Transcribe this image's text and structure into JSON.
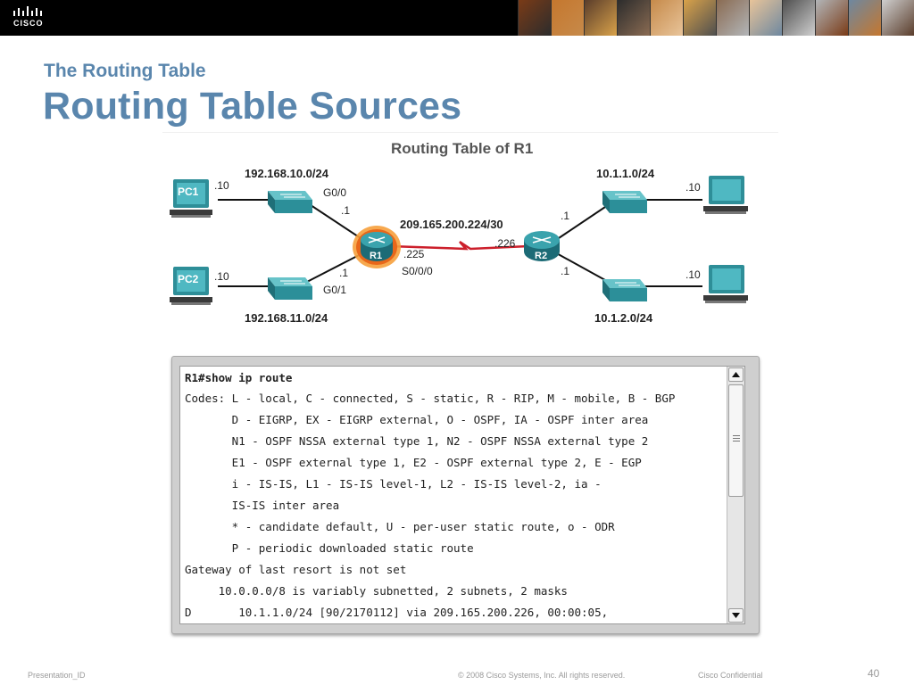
{
  "header": {
    "logo_text": "CISCO",
    "photo_colors": [
      "#7a3b17",
      "#c5772e",
      "#5a3d2b",
      "#2c2c2c",
      "#c68a4a",
      "#d9a24a",
      "#8a6b52",
      "#e8c49a",
      "#4f4f4f",
      "#b2b5b8",
      "#6e88a0",
      "#cfcfcf"
    ]
  },
  "slide": {
    "subtitle": "The Routing Table",
    "title": "Routing Table Sources"
  },
  "diagram": {
    "title": "Routing Table of R1",
    "networks": {
      "lan1": "192.168.10.0/24",
      "lan2": "192.168.11.0/24",
      "wan": "209.165.200.224/30",
      "lan3": "10.1.1.0/24",
      "lan4": "10.1.2.0/24"
    },
    "hosts": {
      "pc1_label": "PC1",
      "pc2_label": "PC2",
      "pc1_ip": ".10",
      "pc2_ip": ".10",
      "pc3_ip": ".10",
      "pc4_ip": ".10"
    },
    "routers": {
      "r1": "R1",
      "r2": "R2"
    },
    "interfaces": {
      "r1_g00": "G0/0",
      "r1_g00_ip": ".1",
      "r1_g01": "G0/1",
      "r1_g01_ip": ".1",
      "r1_s000_ip": ".225",
      "r1_s000": "S0/0/0",
      "r2_serial_ip": ".226",
      "r2_top_ip": ".1",
      "r2_bottom_ip": ".1"
    }
  },
  "terminal": {
    "lines": [
      "R1#show ip route",
      "Codes: L - local, C - connected, S - static, R - RIP, M - mobile, B - BGP",
      "       D - EIGRP, EX - EIGRP external, O - OSPF, IA - OSPF inter area",
      "       N1 - OSPF NSSA external type 1, N2 - OSPF NSSA external type 2",
      "       E1 - OSPF external type 1, E2 - OSPF external type 2, E - EGP",
      "       i - IS-IS, L1 - IS-IS level-1, L2 - IS-IS level-2, ia -",
      "       IS-IS inter area",
      "       * - candidate default, U - per-user static route, o - ODR",
      "       P - periodic downloaded static route",
      "Gateway of last resort is not set",
      "     10.0.0.0/8 is variably subnetted, 2 subnets, 2 masks",
      "D       10.1.1.0/24 [90/2170112] via 209.165.200.226, 00:00:05,"
    ]
  },
  "footer": {
    "left": "Presentation_ID",
    "copyright": "© 2008 Cisco Systems, Inc. All rights reserved.",
    "confidential": "Cisco Confidential",
    "page": "40"
  }
}
